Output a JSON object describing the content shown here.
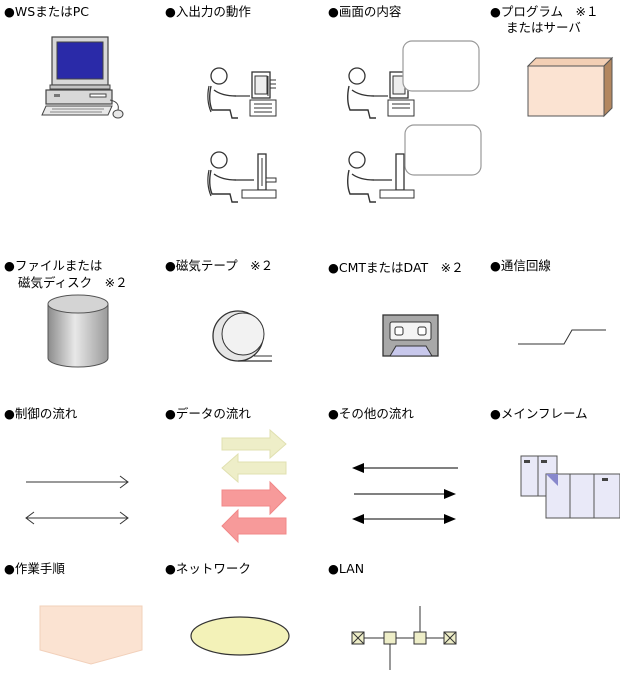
{
  "labels": {
    "ws_pc": "●WSまたはPC",
    "io_operation": "●入出力の動作",
    "screen_content": "●画面の内容",
    "program_line1": "●プログラム　※１",
    "program_line2": "またはサーバ",
    "file_line1": "●ファイルまたは",
    "file_line2": "磁気ディスク　※２",
    "magnetic_tape": "●磁気テープ　※２",
    "cmt_dat": "●CMTまたはDAT　※２",
    "comm_line": "●通信回線",
    "control_flow": "●制御の流れ",
    "data_flow": "●データの流れ",
    "other_flow": "●その他の流れ",
    "mainframe": "●メインフレーム",
    "work_procedure": "●作業手順",
    "network": "●ネットワーク",
    "lan": "●LAN"
  },
  "colors": {
    "monitor_screen": "#2a2aa8",
    "program_box": "#fbe3d2",
    "work_procedure": "#fbe3d2",
    "network_ellipse": "#f3f2b8",
    "data_flow_light": "#eeeec8",
    "data_flow_red": "#f79a9a",
    "cmt_body": "#a8a8a8",
    "cmt_window": "#c8c8ec",
    "mainframe_fill": "#e9e9f8",
    "lan_node": "#eeeec8"
  },
  "icons": {
    "ws_pc": "desktop-computer-icon",
    "person": "person-at-computer-icon",
    "program": "box-icon",
    "disk": "cylinder-icon",
    "tape": "tape-reel-icon",
    "cassette": "cassette-icon",
    "comm_line": "lightning-line-icon",
    "mainframe": "mainframe-icon"
  }
}
